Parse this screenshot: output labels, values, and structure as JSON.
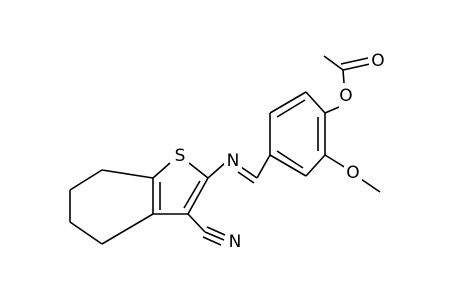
{
  "molecule": {
    "atoms": {
      "sulfur": "S",
      "imine_nitrogen": "N",
      "nitrile_nitrogen": "N",
      "ester_ether_oxygen": "O",
      "carbonyl_oxygen": "O",
      "methoxy_oxygen": "O"
    }
  }
}
